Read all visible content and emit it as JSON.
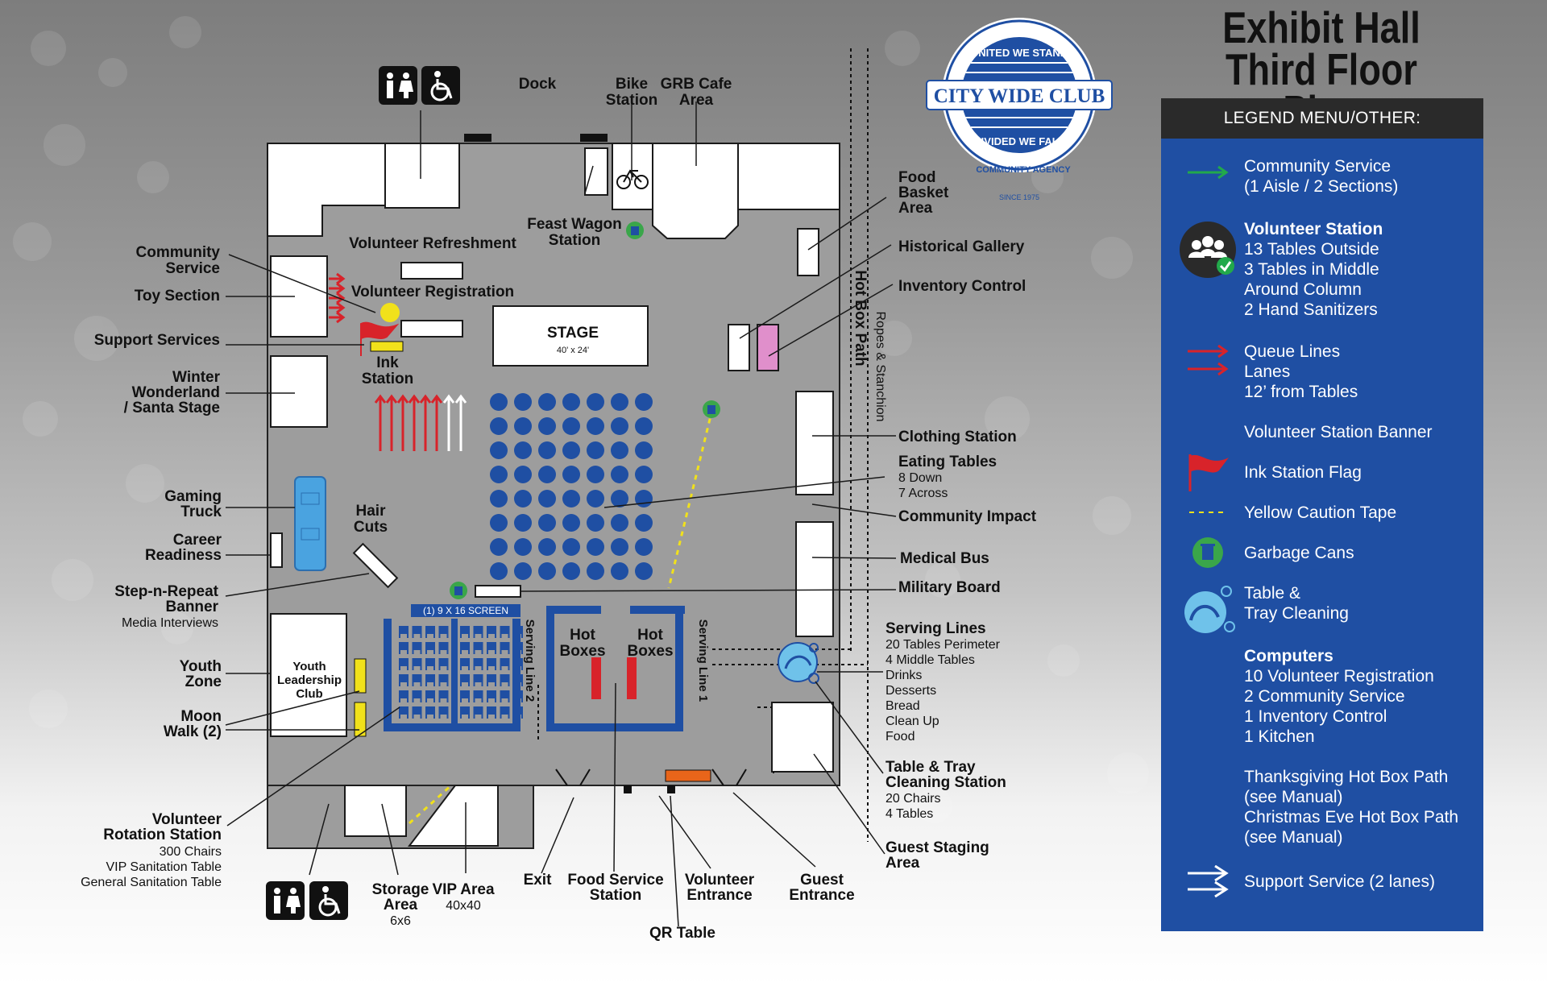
{
  "title": {
    "line1": "Exhibit Hall",
    "line2": "Third Floor Plan"
  },
  "logo": {
    "name": "CITY WIDE CLUB",
    "arc_top": "UNITED WE STAND",
    "arc_bottom": "DIVIDED WE FALL",
    "arc_outer": "COMMUNITY AGENCY",
    "since": "SINCE 1975"
  },
  "stage": {
    "label": "STAGE",
    "size": "40' x 24'"
  },
  "screen_label": "(1) 9 X 16 SCREEN",
  "serving_line_1": "Serving Line 1",
  "serving_line_2": "Serving Line 2",
  "hot_boxes": [
    "Hot Boxes",
    "Hot Boxes"
  ],
  "hot_box_path": "Hot Box Path",
  "ropes": "Ropes & Stanchion",
  "inner_labels": {
    "volunteer_refreshment": "Volunteer Refreshment",
    "volunteer_registration": "Volunteer Registration",
    "ink_station": "Ink Station",
    "hair_cuts": "Hair Cuts",
    "youth_leadership": "Youth Leadership Club",
    "feast_wagon": "Feast Wagon Station"
  },
  "labels": {
    "dock": "Dock",
    "bike_station": "Bike Station",
    "grb_cafe": "GRB Cafe Area",
    "food_basket": "Food Basket Area",
    "historical_gallery": "Historical Gallery",
    "inventory_control": "Inventory Control",
    "community_service": "Community Service",
    "toy_section": "Toy Section",
    "support_services": "Support Services",
    "winter_wonderland": "Winter Wonderland / Santa Stage",
    "gaming_truck": "Gaming Truck",
    "career_readiness": "Career Readiness",
    "step_repeat": "Step-n-Repeat Banner",
    "step_repeat_sub": "Media Interviews",
    "youth_zone": "Youth Zone",
    "moon_walk": "Moon Walk (2)",
    "volunteer_rotation": "Volunteer Rotation Station",
    "volunteer_rotation_sub": [
      "300 Chairs",
      "VIP Sanitation Table",
      "General Sanitation Table"
    ],
    "storage": "Storage Area",
    "storage_sub": "6x6",
    "vip": "VIP Area",
    "vip_sub": "40x40",
    "exit": "Exit",
    "food_service": "Food Service Station",
    "qr_table": "QR Table",
    "volunteer_entrance": "Volunteer Entrance",
    "guest_entrance": "Guest Entrance",
    "guest_staging": "Guest Staging Area",
    "table_tray": "Table & Tray Cleaning Station",
    "table_tray_sub": [
      "20 Chairs",
      "4 Tables"
    ],
    "serving_lines": "Serving Lines",
    "serving_lines_sub": [
      "20 Tables Perimeter",
      "4 Middle Tables",
      "Drinks",
      "Desserts",
      "Bread",
      "Clean Up",
      "Food"
    ],
    "military_board": "Military Board",
    "medical_bus": "Medical Bus",
    "community_impact": "Community Impact",
    "eating_tables": "Eating Tables",
    "eating_tables_sub": [
      "8 Down",
      "7 Across"
    ],
    "clothing_station": "Clothing Station"
  },
  "eating_tables_grid": {
    "rows": 8,
    "cols": 7
  },
  "legend": {
    "header": "LEGEND MENU/OTHER:",
    "community_service": [
      "Community Service",
      "(1 Aisle / 2 Sections)"
    ],
    "volunteer_station_title": "Volunteer Station",
    "volunteer_station": [
      "13 Tables Outside",
      "3 Tables in Middle",
      "Around Column",
      "2 Hand Sanitizers"
    ],
    "queue_lines": [
      "Queue Lines",
      "Lanes",
      "12’ from Tables"
    ],
    "banner": "Volunteer Station Banner",
    "ink_flag": "Ink Station Flag",
    "caution_tape": "Yellow Caution Tape",
    "garbage": "Garbage Cans",
    "cleaning": [
      "Table &",
      "Tray Cleaning"
    ],
    "computers_title": "Computers",
    "computers": [
      "10 Volunteer Registration",
      "2 Community Service",
      "1 Inventory Control",
      "1 Kitchen"
    ],
    "hot_box": [
      "Thanksgiving Hot Box Path",
      "(see Manual)",
      "Christmas Eve Hot Box Path",
      "(see Manual)"
    ],
    "support_service": "Support Service (2 lanes)"
  },
  "colors": {
    "legend_blue": "#1f4fa3",
    "table_blue": "#1f4fa3",
    "flag_red": "#d8232a",
    "caution_yellow": "#f1e11b",
    "garbage_green": "#3aa64a",
    "inventory_pink": "#e08fcb",
    "entrance_orange": "#e8651a",
    "community_green": "#22a94b"
  },
  "icons": [
    "restroom-icon",
    "wheelchair-icon",
    "bicycle-icon",
    "garbage-can-icon",
    "flag-icon",
    "volunteer-group-icon",
    "hand-wash-icon"
  ]
}
